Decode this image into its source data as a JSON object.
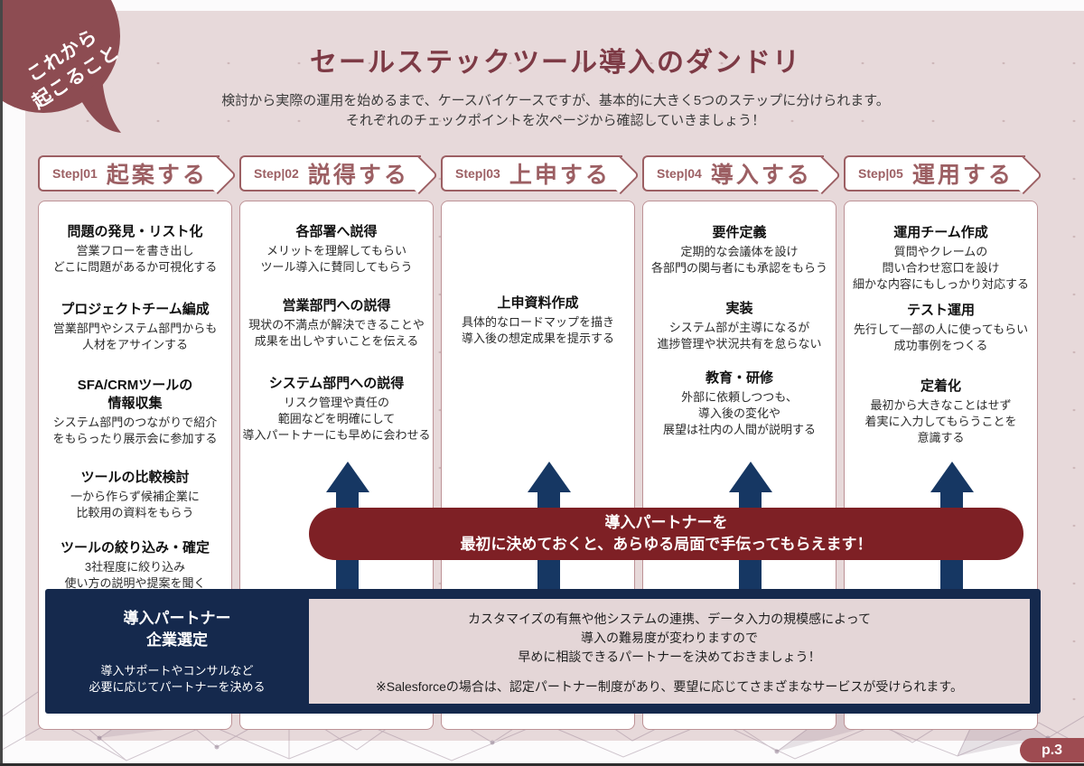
{
  "page": {
    "number_label": "p.3"
  },
  "bubble": {
    "line1": "これから",
    "line2": "起こること"
  },
  "header": {
    "title": "セールステックツール導入のダンドリ",
    "subtitle_line1": "検討から実際の運用を始めるまで、ケースバイケースですが、基本的に大きく5つのステップに分けられます。",
    "subtitle_line2": "それぞれのチェックポイントを次ページから確認していきましょう！"
  },
  "steps": [
    {
      "step_label": "Step|01",
      "name": "起案する",
      "items": [
        {
          "title_lines": [
            "問題の発見・リスト化"
          ],
          "lines": [
            "営業フローを書き出し",
            "どこに問題があるか可視化する"
          ]
        },
        {
          "title_lines": [
            "プロジェクトチーム編成"
          ],
          "lines": [
            "営業部門やシステム部門からも",
            "人材をアサインする"
          ]
        },
        {
          "title_lines": [
            "SFA/CRMツールの",
            "情報収集"
          ],
          "lines": [
            "システム部門のつながりで紹介",
            "をもらったり展示会に参加する"
          ]
        },
        {
          "title_lines": [
            "ツールの比較検討"
          ],
          "lines": [
            "一から作らず候補企業に",
            "比較用の資料をもらう"
          ]
        },
        {
          "title_lines": [
            "ツールの絞り込み・確定"
          ],
          "lines": [
            "3社程度に絞り込み",
            "使い方の説明や提案を聞く"
          ]
        }
      ]
    },
    {
      "step_label": "Step|02",
      "name": "説得する",
      "items": [
        {
          "title_lines": [
            "各部署へ説得"
          ],
          "lines": [
            "メリットを理解してもらい",
            "ツール導入に賛同してもらう"
          ]
        },
        {
          "title_lines": [
            "営業部門への説得"
          ],
          "lines": [
            "現状の不満点が解決できることや",
            "成果を出しやすいことを伝える"
          ]
        },
        {
          "title_lines": [
            "システム部門への説得"
          ],
          "lines": [
            "リスク管理や責任の",
            "範囲などを明確にして",
            "導入パートナーにも早めに会わせる"
          ]
        }
      ]
    },
    {
      "step_label": "Step|03",
      "name": "上申する",
      "items": [
        {
          "title_lines": [
            "上申資料作成"
          ],
          "lines": [
            "具体的なロードマップを描き",
            "導入後の想定成果を提示する"
          ]
        }
      ]
    },
    {
      "step_label": "Step|04",
      "name": "導入する",
      "items": [
        {
          "title_lines": [
            "要件定義"
          ],
          "lines": [
            "定期的な会議体を設け",
            "各部門の関与者にも承認をもらう"
          ]
        },
        {
          "title_lines": [
            "実装"
          ],
          "lines": [
            "システム部が主導になるが",
            "進捗管理や状況共有を怠らない"
          ]
        },
        {
          "title_lines": [
            "教育・研修"
          ],
          "lines": [
            "外部に依頼しつつも、",
            "導入後の変化や",
            "展望は社内の人間が説明する"
          ]
        }
      ]
    },
    {
      "step_label": "Step|05",
      "name": "運用する",
      "items": [
        {
          "title_lines": [
            "運用チーム作成"
          ],
          "lines": [
            "質問やクレームの",
            "問い合わせ窓口を設け",
            "細かな内容にもしっかり対応する"
          ]
        },
        {
          "title_lines": [
            "テスト運用"
          ],
          "lines": [
            "先行して一部の人に使ってもらい",
            "成功事例をつくる"
          ]
        },
        {
          "title_lines": [
            "定着化"
          ],
          "lines": [
            "最初から大きなことはせず",
            "着実に入力してもらうことを",
            "意識する"
          ]
        }
      ]
    }
  ],
  "banner": {
    "line1": "導入パートナーを",
    "line2": "最初に決めておくと、あらゆる局面で手伝ってもらえます！"
  },
  "partner_box": {
    "title_line1": "導入パートナー",
    "title_line2": "企業選定",
    "subtitle_line1": "導入サポートやコンサルなど",
    "subtitle_line2": "必要に応じてパートナーを決める",
    "note_line1": "カスタマイズの有無や他システムの連携、データ入力の規模感によって",
    "note_line2": "導入の難易度が変わりますので",
    "note_line3": "早めに相談できるパートナーを決めておきましょう！",
    "note_line4": "※Salesforceの場合は、認定パートナー制度があり、要望に応じてさまざまなサービスが受けられます。"
  },
  "colors": {
    "panel_pink": "#e7d9da",
    "bubble_maroon": "#8d4c52",
    "title_maroon": "#7d3a45",
    "step_maroon": "#9c5f63",
    "banner_red": "#7e2025",
    "navy": "#15294d",
    "arrow_navy": "#163763",
    "note_pink": "#e4d6d7",
    "page_pill": "#9e4b51"
  }
}
